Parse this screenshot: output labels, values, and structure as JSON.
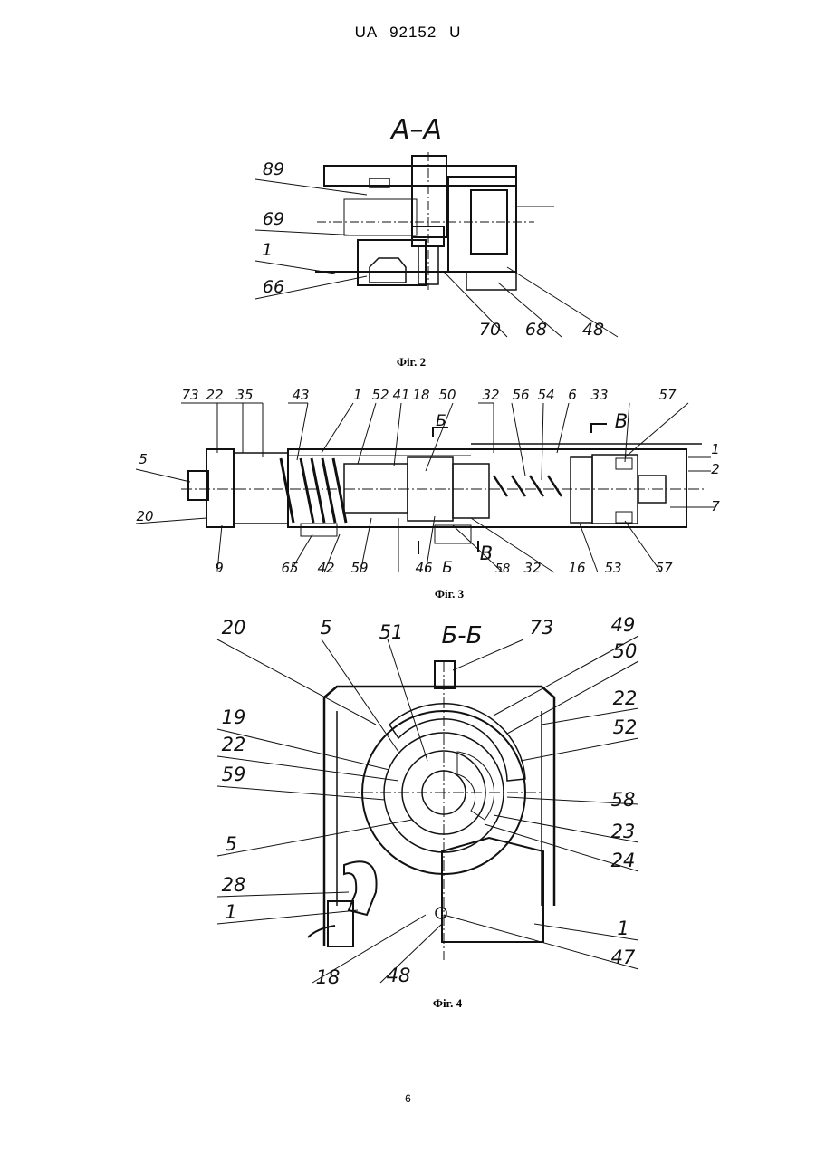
{
  "header": {
    "patent": "UA",
    "number": "92152",
    "kind": "U"
  },
  "fig2": {
    "section_title": "A–A",
    "caption": "Фіг. 2",
    "labels": [
      "89",
      "69",
      "1",
      "66",
      "70",
      "68",
      "48"
    ]
  },
  "fig3": {
    "caption": "Фіг. 3",
    "top_labels": [
      "73",
      "22",
      "35",
      "43",
      "1",
      "52",
      "41",
      "18",
      "50",
      "32",
      "56",
      "54",
      "6",
      "33",
      "57"
    ],
    "section_marks": [
      "Б",
      "В",
      "В",
      "Б"
    ],
    "left_labels": [
      "5",
      "20"
    ],
    "right_labels": [
      "1",
      "2",
      "7"
    ],
    "bottom_labels": [
      "9",
      "65",
      "42",
      "59",
      "46",
      "58",
      "32",
      "16",
      "53",
      "57"
    ]
  },
  "fig4": {
    "section_title": "Б-Б",
    "caption": "Фіг. 4",
    "top_labels": [
      "20",
      "5",
      "51",
      "73",
      "49",
      "50"
    ],
    "left_labels": [
      "19",
      "22",
      "59",
      "5",
      "28",
      "1"
    ],
    "right_labels": [
      "22",
      "52",
      "58",
      "23",
      "24",
      "1",
      "47"
    ],
    "bottom_labels": [
      "18",
      "48"
    ]
  },
  "page_number": "6"
}
